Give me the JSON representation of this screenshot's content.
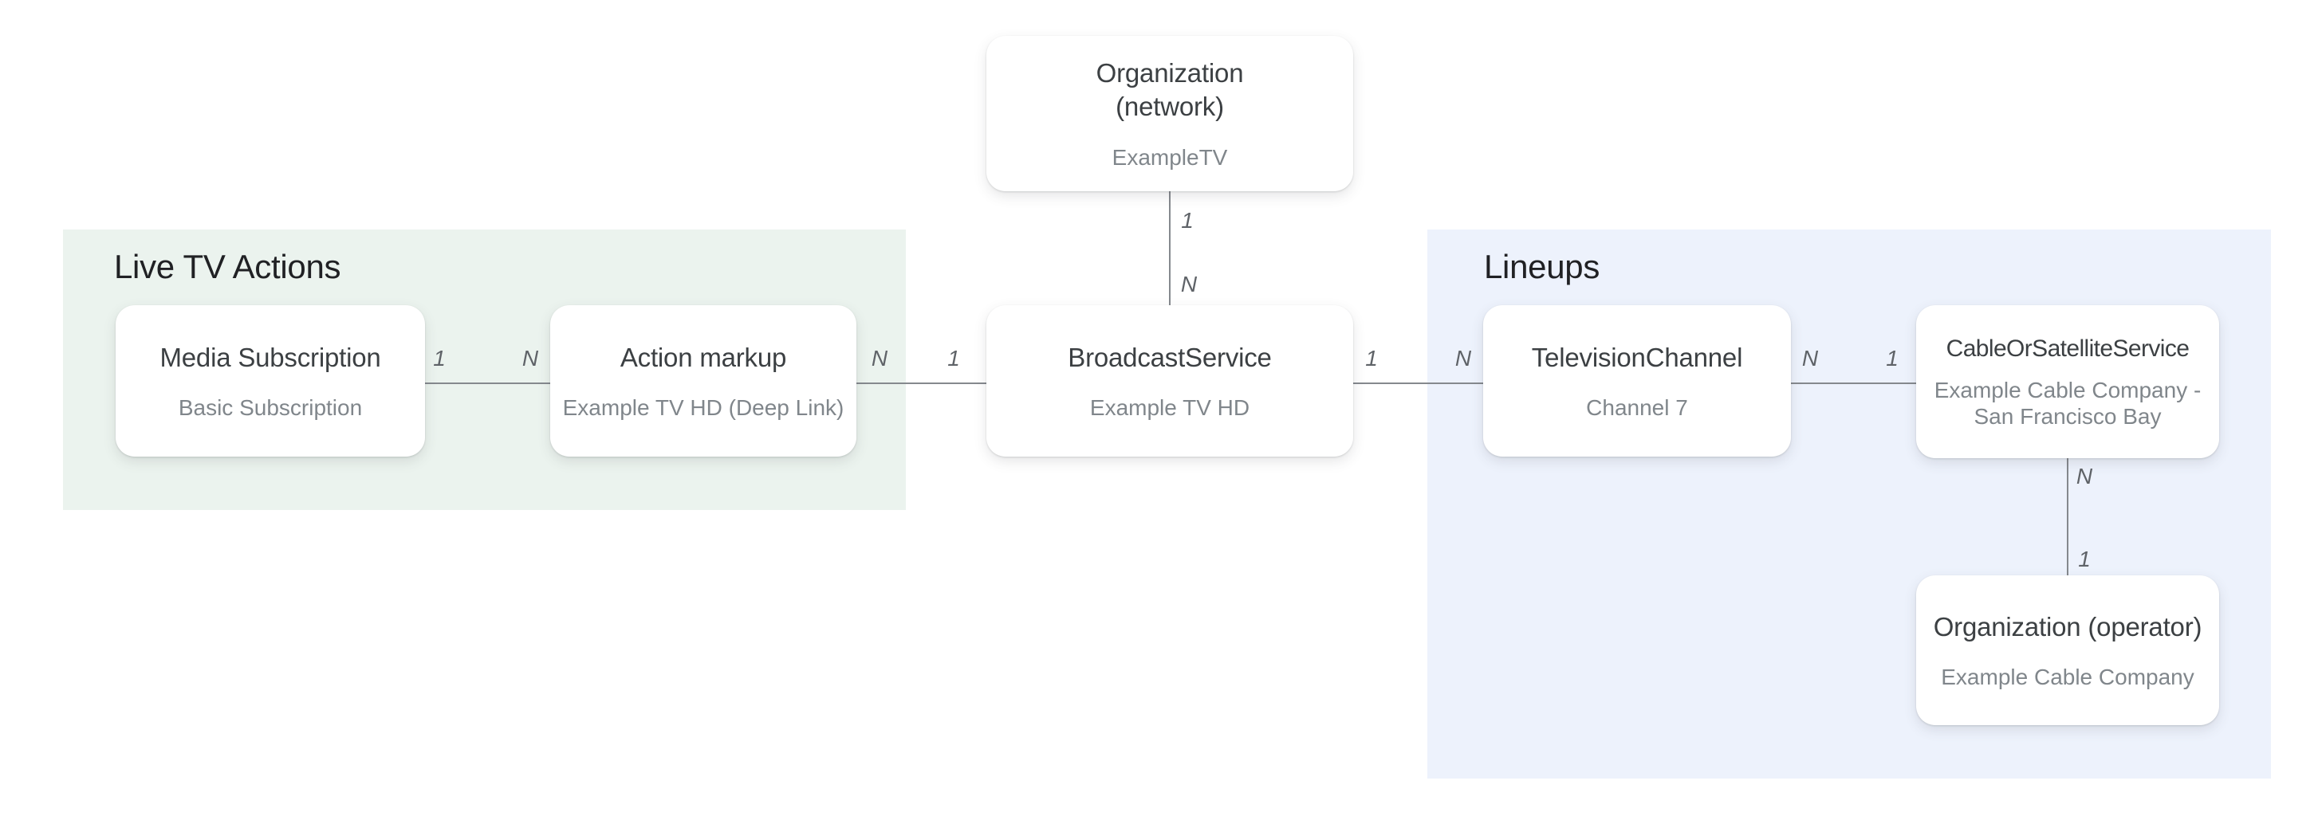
{
  "regions": [
    {
      "id": "live-tv-actions",
      "title": "Live TV Actions",
      "color": "#EBF3EE"
    },
    {
      "id": "lineups",
      "title": "Lineups",
      "color": "#EDF2FC"
    }
  ],
  "entities": [
    {
      "id": "organization-network",
      "title": "Organization\n(network)",
      "subtitle": "ExampleTV"
    },
    {
      "id": "media-subscription",
      "title": "Media Subscription",
      "subtitle": "Basic Subscription"
    },
    {
      "id": "action-markup",
      "title": "Action markup",
      "subtitle": "Example TV HD (Deep Link)"
    },
    {
      "id": "broadcast-service",
      "title": "BroadcastService",
      "subtitle": "Example TV HD"
    },
    {
      "id": "television-channel",
      "title": "TelevisionChannel",
      "subtitle": "Channel 7"
    },
    {
      "id": "cable-or-satellite-service",
      "title": "CableOrSatelliteService",
      "subtitle": "Example Cable Company - San Francisco Bay"
    },
    {
      "id": "organization-operator",
      "title": "Organization (operator)",
      "subtitle": "Example Cable Company"
    }
  ],
  "connections": [
    {
      "from": "media-subscription",
      "to": "action-markup",
      "from_card": "1",
      "to_card": "N"
    },
    {
      "from": "action-markup",
      "to": "broadcast-service",
      "from_card": "N",
      "to_card": "1"
    },
    {
      "from": "organization-network",
      "to": "broadcast-service",
      "from_card": "1",
      "to_card": "N"
    },
    {
      "from": "broadcast-service",
      "to": "television-channel",
      "from_card": "1",
      "to_card": "N"
    },
    {
      "from": "television-channel",
      "to": "cable-or-satellite-service",
      "from_card": "N",
      "to_card": "1"
    },
    {
      "from": "cable-or-satellite-service",
      "to": "organization-operator",
      "from_card": "N",
      "to_card": "1"
    }
  ],
  "colors": {
    "live_region_bg": "#EBF3EE",
    "lineups_region_bg": "#EDF2FC",
    "entity_bg": "#FFFFFF",
    "entity_title": "#3C4043",
    "entity_subtitle": "#80868B",
    "region_title": "#202124",
    "connector": "#85898E",
    "cardinality": "#5F6368"
  }
}
